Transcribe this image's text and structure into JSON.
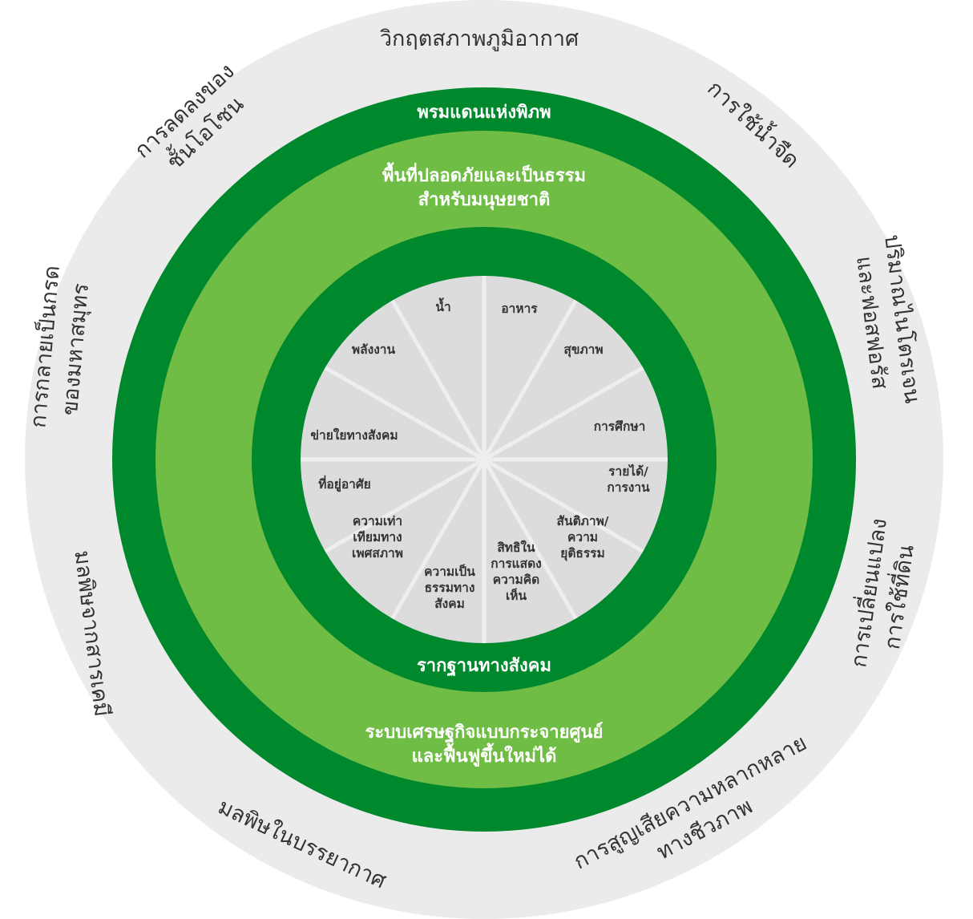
{
  "colors": {
    "outer_band": "#ebebec",
    "dark_green": "#00882d",
    "light_green": "#6fbd44",
    "inner_circle": "#dcdcdd",
    "spoke": "#eeeeee",
    "outer_text": "#333333",
    "ring_text": "#ffffff"
  },
  "ecological_ceiling": [
    {
      "icon": "climate-change",
      "lines": [
        "วิกฤตสภาพภูมิอากาศ"
      ]
    },
    {
      "icon": "freshwater",
      "lines": [
        "การใช้น้ำจืด"
      ]
    },
    {
      "icon": "nitrogen-phosphorus",
      "lines": [
        "ปริมาณไนโตรเจน",
        "และฟอสฟอรัส"
      ]
    },
    {
      "icon": "land-conversion",
      "lines": [
        "การเปลี่ยนแปลง",
        "การใช้ที่ดิน"
      ]
    },
    {
      "icon": "biodiversity-loss",
      "lines": [
        "การสูญเสียความหลากหลาย",
        "ทางชีวภาพ"
      ]
    },
    {
      "icon": "air-pollution",
      "lines": [
        "มลพิษในบรรยากาศ"
      ]
    },
    {
      "icon": "chemical-pollution",
      "lines": [
        "มลพิษจากสารเคมี"
      ]
    },
    {
      "icon": "ocean-acidification",
      "lines": [
        "การกลายเป็นกรด",
        "ของมหาสมุทร"
      ]
    },
    {
      "icon": "ozone-depletion",
      "lines": [
        "การลดลงของ",
        "ชั้นโอโซน"
      ]
    }
  ],
  "rings": {
    "ceiling_label": "พรมแดนแห่งพิภพ",
    "safe_space_lines": [
      "พื้นที่ปลอดภัยและเป็นธรรม",
      "สำหรับมนุษยชาติ"
    ],
    "foundation_label": "รากฐานทางสังคม",
    "economy_lines": [
      "ระบบเศรษฐกิจแบบกระจายศูนย์",
      "และฟื้นฟูขึ้นใหม่ได้"
    ]
  },
  "social_foundation": [
    {
      "lines": [
        "อาหาร"
      ]
    },
    {
      "lines": [
        "สุขภาพ"
      ]
    },
    {
      "lines": [
        "การศึกษา"
      ]
    },
    {
      "lines": [
        "รายได้/",
        "การงาน"
      ]
    },
    {
      "lines": [
        "สันติภาพ/",
        "ความ",
        "ยุติธรรม"
      ]
    },
    {
      "lines": [
        "สิทธิใน",
        "การแสดง",
        "ความคิด",
        "เห็น"
      ]
    },
    {
      "lines": [
        "ความเป็น",
        "ธรรมทาง",
        "สังคม"
      ]
    },
    {
      "lines": [
        "ความเท่า",
        "เทียมทาง",
        "เพศสภาพ"
      ]
    },
    {
      "lines": [
        "ที่อยู่อาศัย"
      ]
    },
    {
      "lines": [
        "ข่ายใยทางสังคม"
      ]
    },
    {
      "lines": [
        "พลังงาน"
      ]
    },
    {
      "lines": [
        "น้ำ"
      ]
    }
  ]
}
